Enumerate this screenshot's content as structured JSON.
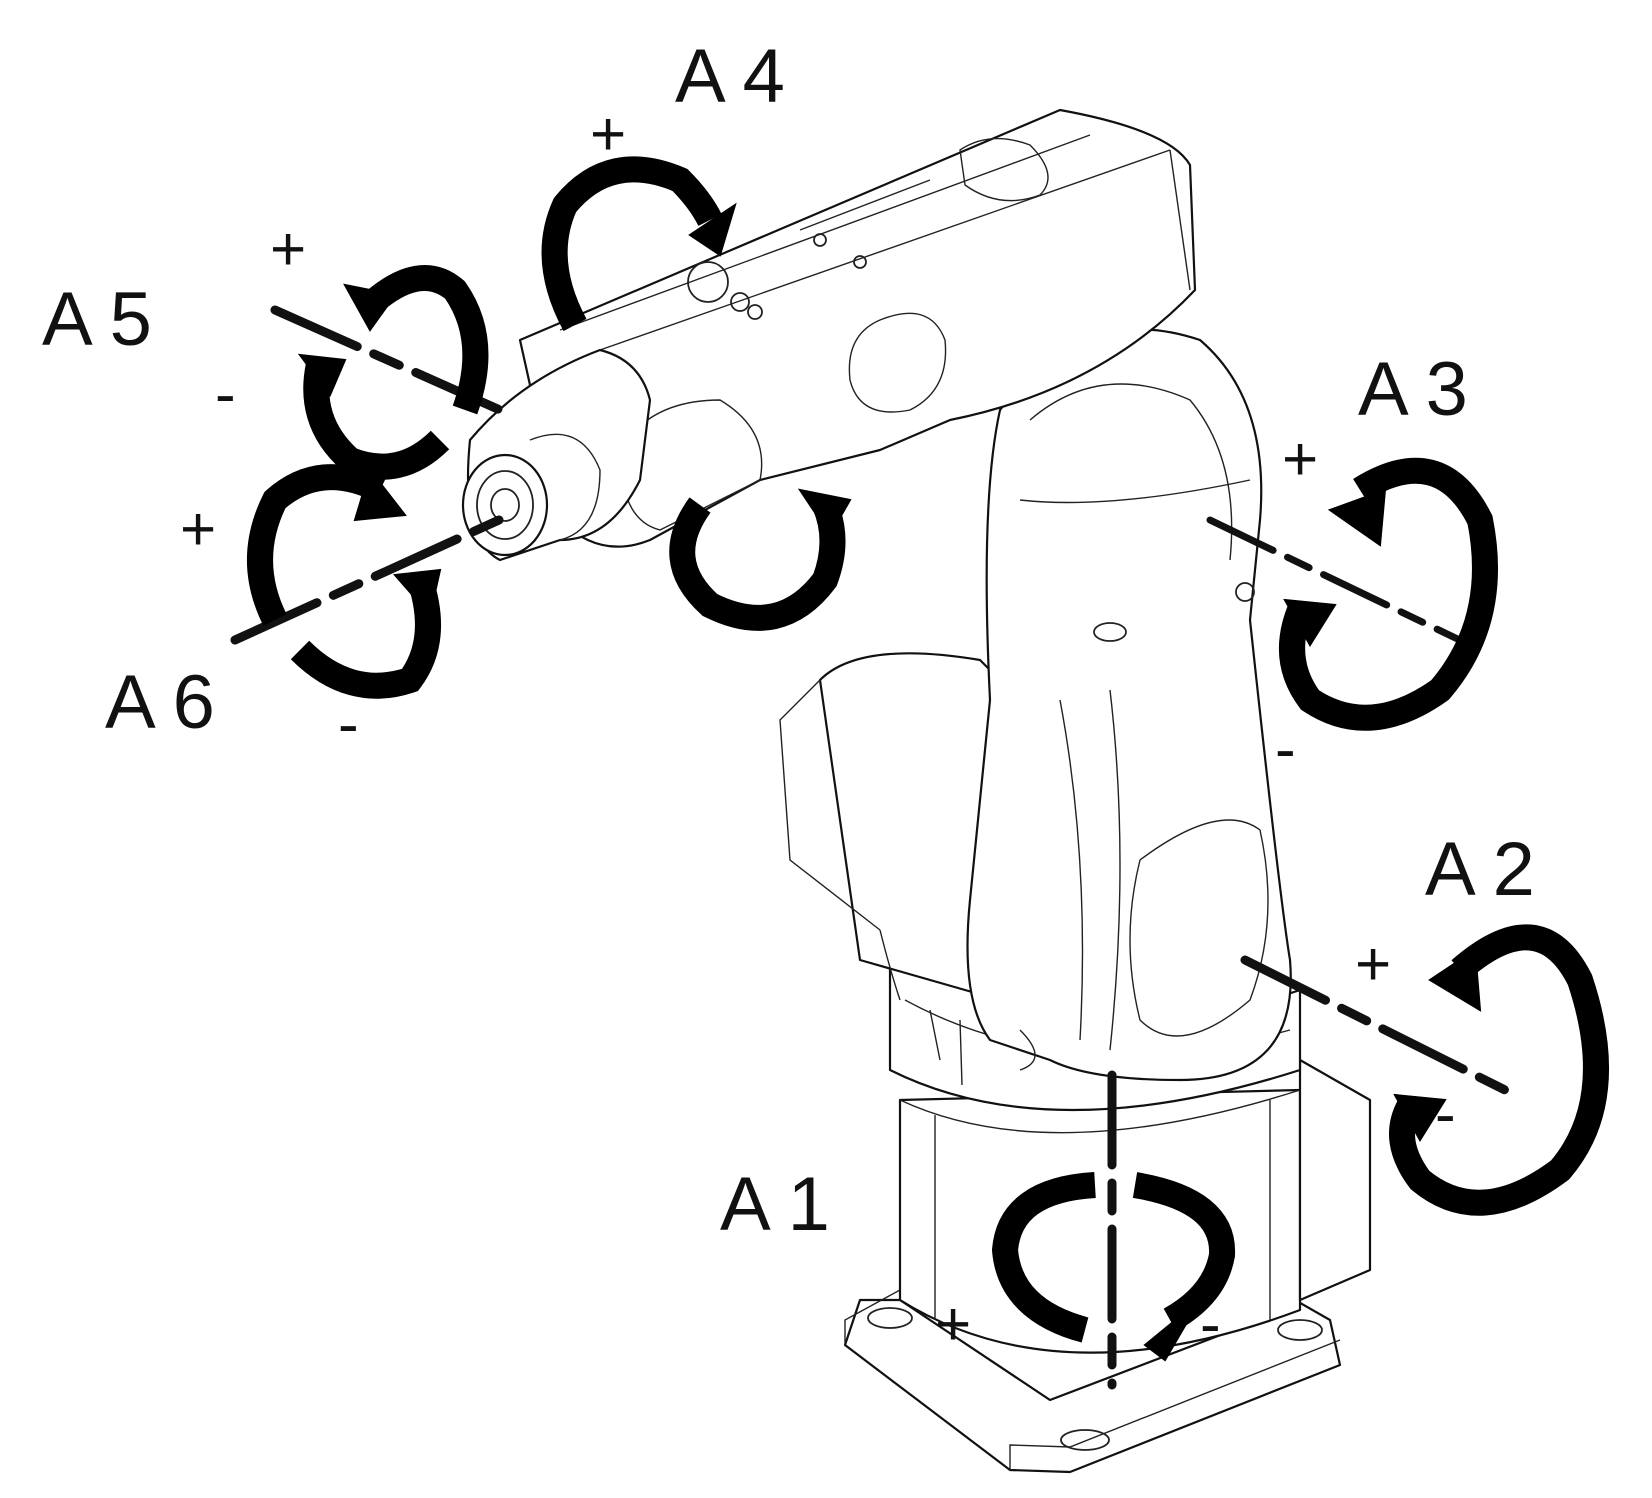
{
  "axes": [
    {
      "id": "a1",
      "name": "A 1",
      "plus": "+",
      "minus": "-"
    },
    {
      "id": "a2",
      "name": "A 2",
      "plus": "+",
      "minus": "-"
    },
    {
      "id": "a3",
      "name": "A 3",
      "plus": "+",
      "minus": "-"
    },
    {
      "id": "a4",
      "name": "A 4",
      "plus": "+"
    },
    {
      "id": "a5",
      "name": "A 5",
      "plus": "+",
      "minus": "-"
    },
    {
      "id": "a6",
      "name": "A 6",
      "plus": "+",
      "minus": "-"
    }
  ]
}
